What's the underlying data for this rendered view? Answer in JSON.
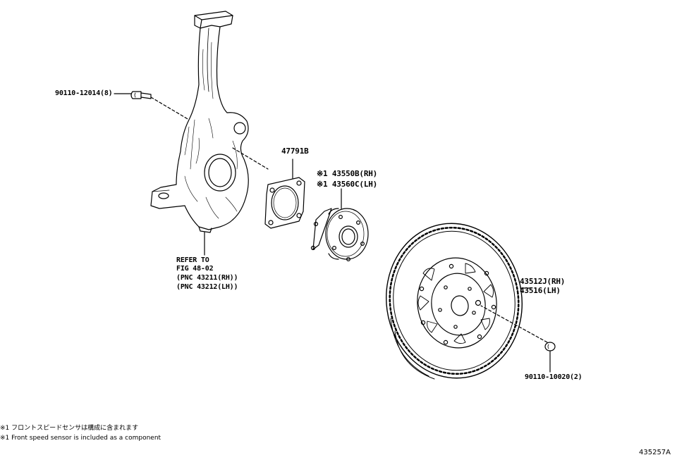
{
  "parts": {
    "bolt_upper": "90110-12014(8)",
    "gasket": "47791B",
    "hub_line1": "※1 43550B(RH)",
    "hub_line2": "※1 43560C(LH)",
    "rotor_line1": "43512J(RH)",
    "rotor_line2": "43516(LH)",
    "screw": "90110-10020(2)"
  },
  "refer": {
    "line1": "REFER TO",
    "line2": "FIG 48-02",
    "line3": "(PNC 43211(RH))",
    "line4": "(PNC 43212(LH))"
  },
  "notes": {
    "jp": "※1 フロントスピードセンサは構成に含まれます",
    "en": "※1 Front speed sensor is included  as a component"
  },
  "illustration_id": "435257A"
}
